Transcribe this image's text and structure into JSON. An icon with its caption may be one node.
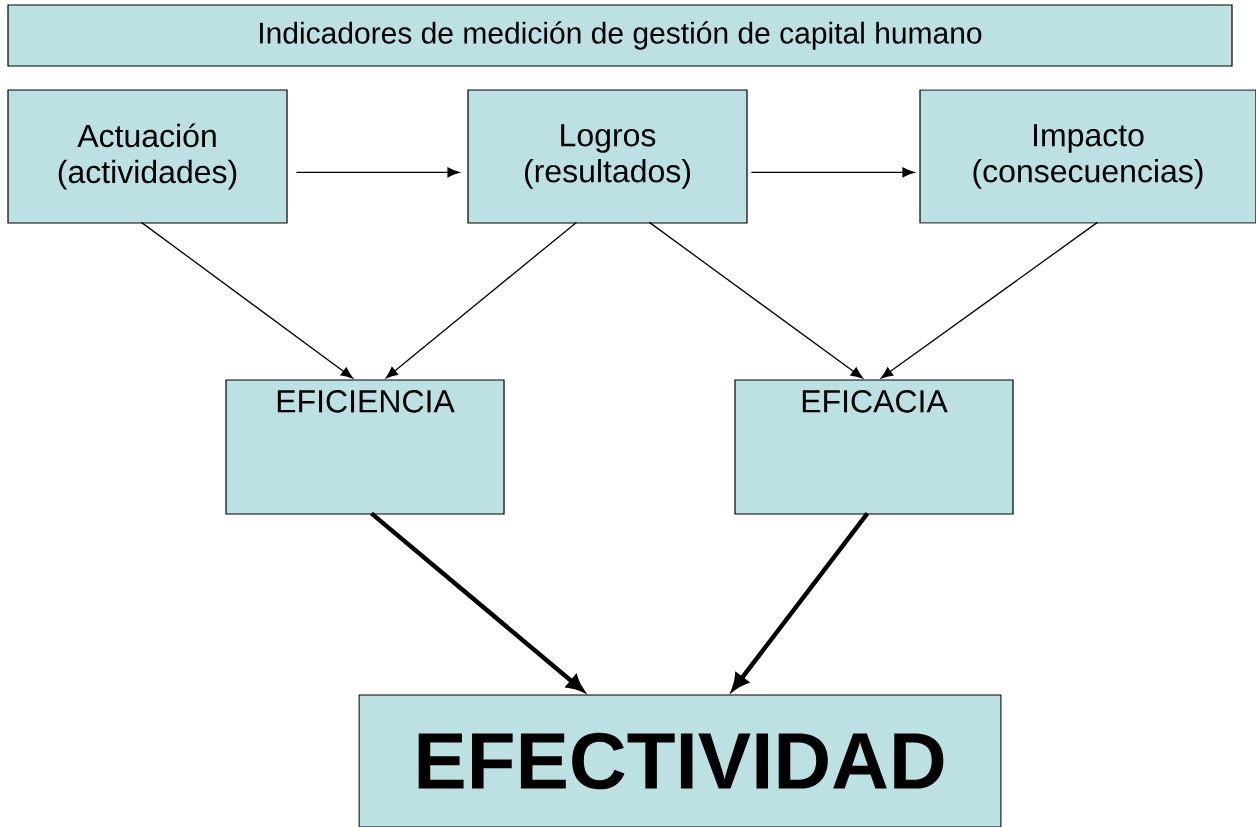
{
  "diagram": {
    "nodes": [
      {
        "text": [
          "Indicadores de medición de gestión de capital humano"
        ]
      },
      {
        "text": [
          "Actuación",
          "(actividades)"
        ]
      },
      {
        "text": [
          "Logros",
          "(resultados)"
        ]
      },
      {
        "text": [
          "Impacto",
          "(consecuencias)"
        ]
      },
      {
        "text": [
          "EFICIENCIA"
        ]
      },
      {
        "text": [
          "EFICACIA"
        ]
      },
      {
        "text": [
          "EFECTIVIDAD"
        ]
      }
    ],
    "edges": [
      {
        "from": 1,
        "to": 2,
        "arrow": "to"
      },
      {
        "from": 2,
        "to": 3,
        "arrow": "to"
      },
      {
        "from": 1,
        "to": 4,
        "arrow": "to"
      },
      {
        "from": 2,
        "to": 4,
        "arrow": "to"
      },
      {
        "from": 2,
        "to": 5,
        "arrow": "to"
      },
      {
        "from": 3,
        "to": 5,
        "arrow": "to"
      },
      {
        "from": 4,
        "to": 6,
        "arrow": "to",
        "style": "thick"
      },
      {
        "from": 5,
        "to": 6,
        "arrow": "to",
        "style": "thick"
      }
    ]
  }
}
